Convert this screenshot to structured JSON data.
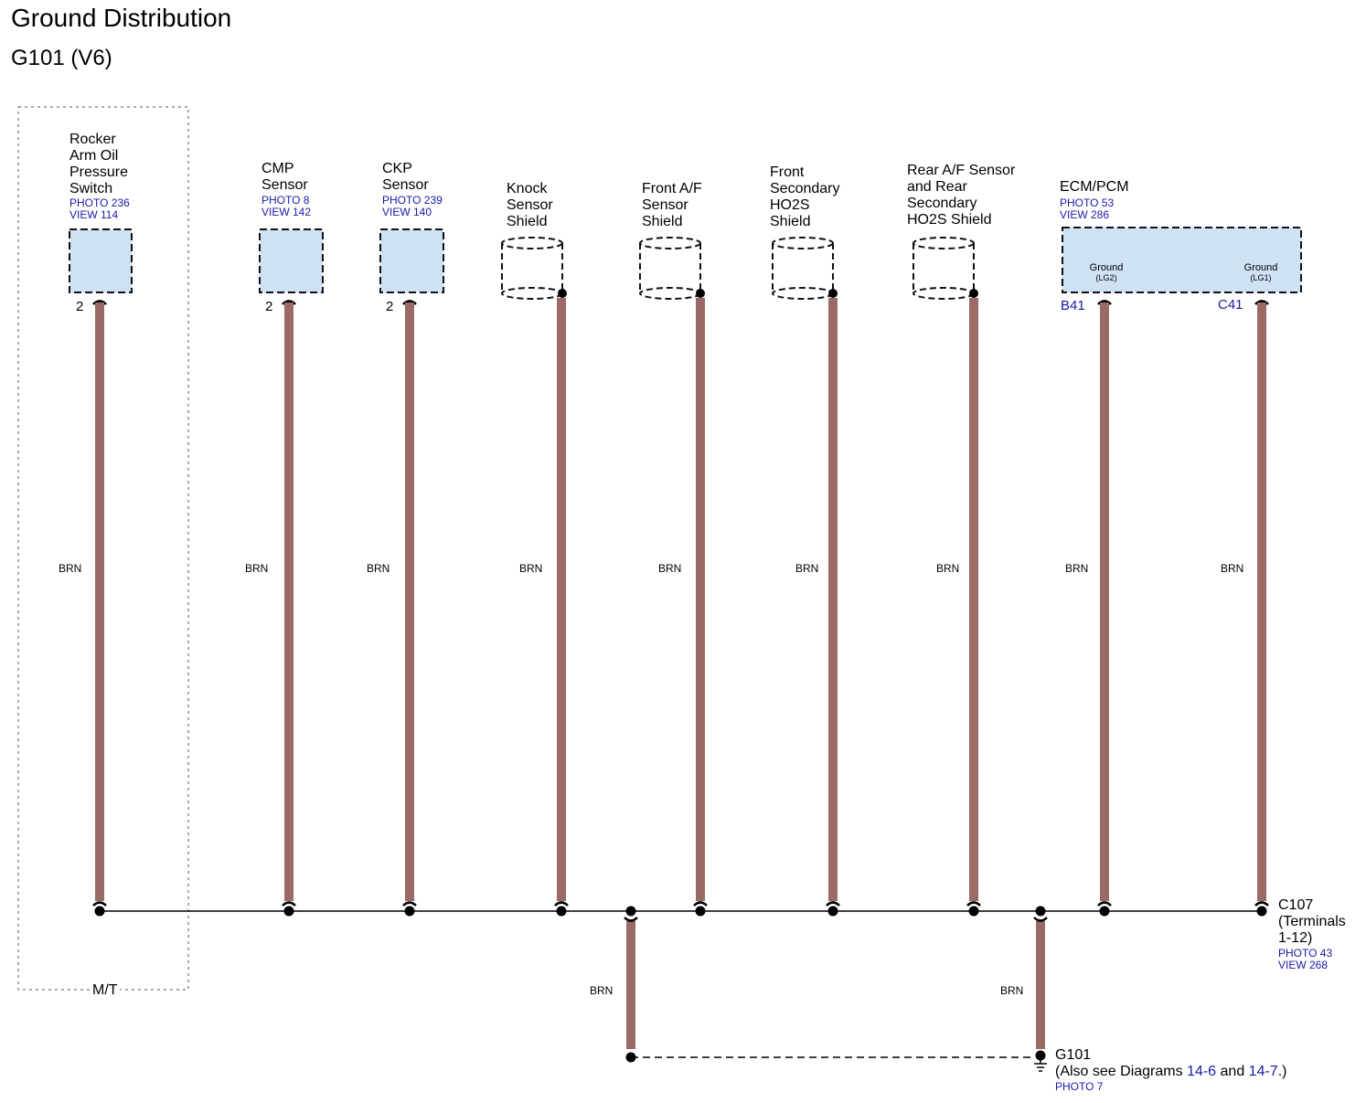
{
  "title": "Ground Distribution",
  "subtitle": "G101 (V6)",
  "colors": {
    "wire": "#9a6a66",
    "component_fill": "#cfe2f5",
    "ref_blue": "#1a1aa8"
  },
  "components": [
    {
      "id": "rocker",
      "label_lines": [
        "Rocker",
        "Arm Oil",
        "Pressure",
        "Switch"
      ],
      "photo": "PHOTO 236",
      "view": "VIEW 114",
      "pin": "2",
      "wire_color": "BRN"
    },
    {
      "id": "cmp",
      "label_lines": [
        "CMP",
        "Sensor"
      ],
      "photo": "PHOTO 8",
      "view": "VIEW 142",
      "pin": "2",
      "wire_color": "BRN"
    },
    {
      "id": "ckp",
      "label_lines": [
        "CKP",
        "Sensor"
      ],
      "photo": "PHOTO 239",
      "view": "VIEW 140",
      "pin": "2",
      "wire_color": "BRN"
    },
    {
      "id": "knock",
      "label_lines": [
        "Knock",
        "Sensor",
        "Shield"
      ],
      "wire_color": "BRN"
    },
    {
      "id": "front_af",
      "label_lines": [
        "Front A/F",
        "Sensor",
        "Shield"
      ],
      "wire_color": "BRN"
    },
    {
      "id": "front_ho2s",
      "label_lines": [
        "Front",
        "Secondary",
        "HO2S",
        "Shield"
      ],
      "wire_color": "BRN"
    },
    {
      "id": "rear",
      "label_lines": [
        "Rear A/F Sensor",
        "and Rear",
        "Secondary",
        "HO2S Shield"
      ],
      "wire_color": "BRN"
    }
  ],
  "ecm": {
    "label": "ECM/PCM",
    "photo": "PHOTO 53",
    "view": "VIEW 286",
    "terminals": [
      {
        "name": "Ground",
        "sub": "(LG2)",
        "pin": "B41",
        "wire_color": "BRN"
      },
      {
        "name": "Ground",
        "sub": "(LG1)",
        "pin": "C41",
        "wire_color": "BRN"
      }
    ]
  },
  "mt_label": "M/T",
  "connector": {
    "name": "C107",
    "line2": "(Terminals",
    "line3": "1-12)",
    "photo": "PHOTO 43",
    "view": "VIEW 268"
  },
  "branch_wires": [
    "BRN",
    "BRN"
  ],
  "ground": {
    "name": "G101",
    "note_prefix": "(Also see Diagrams ",
    "link1": "14-6",
    "note_mid": " and ",
    "link2": "14-7",
    "note_suffix": ".)",
    "photo": "PHOTO 7"
  }
}
